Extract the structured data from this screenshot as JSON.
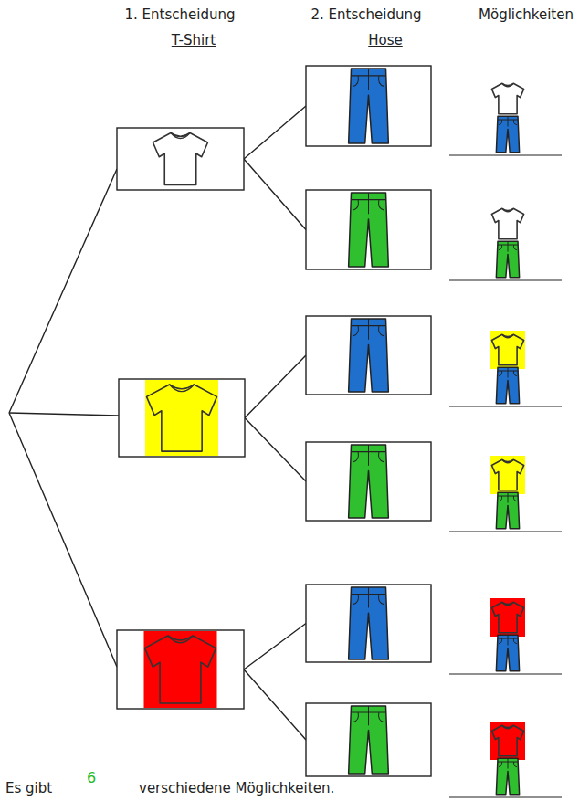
{
  "diagram": {
    "labels": [
      "1. Entscheidung",
      "T-Shirt",
      "2. Entscheidung",
      "Hose",
      "Möglichkeiten",
      "Es gibt",
      "6",
      "verschiedene Möglichkeiten."
    ]
  }
}
